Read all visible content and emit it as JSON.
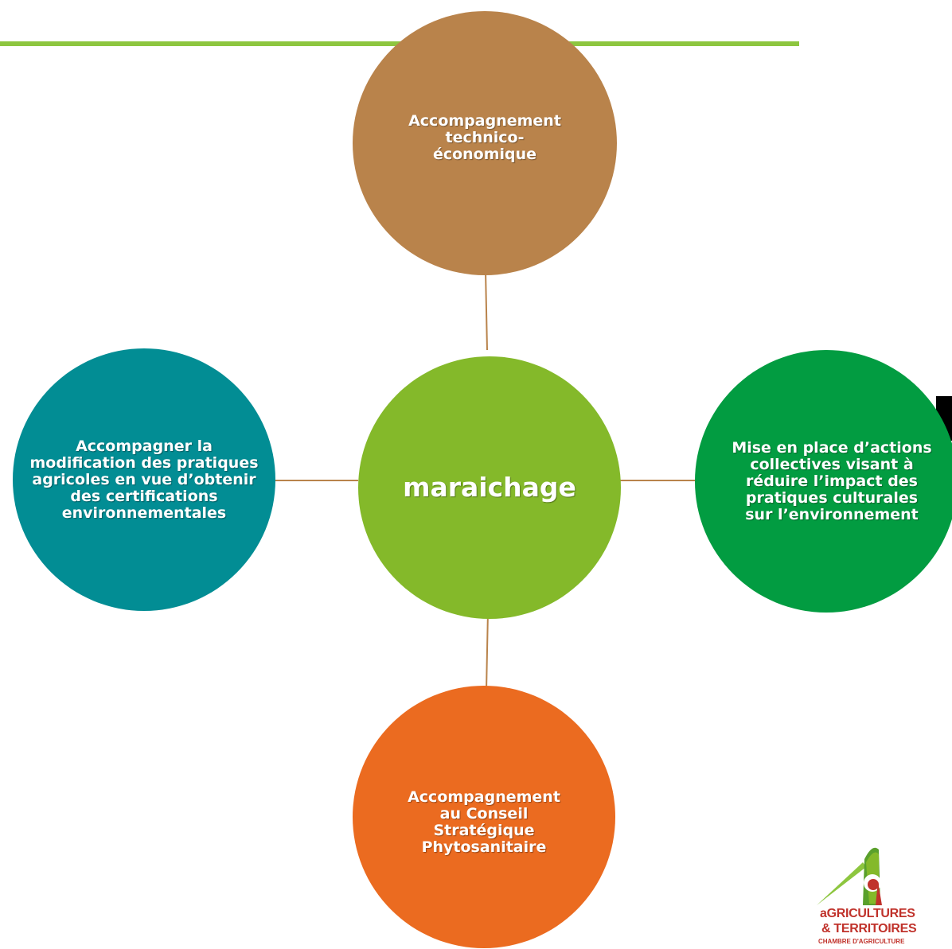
{
  "diagram": {
    "center": {
      "label": "maraichage"
    },
    "nodes": {
      "top": {
        "label": "Accompagnement technico-économique"
      },
      "right": {
        "label": "Mise en place d’actions collectives visant à réduire l’impact des pratiques culturales sur l’environnement"
      },
      "bottom": {
        "label": "Accompagnement au Conseil Stratégique Phytosanitaire"
      },
      "left": {
        "label": "Accompagner la modification des pratiques agricoles en vue d’obtenir des certifications environnementales"
      }
    }
  },
  "colors": {
    "top_bar": "#8dc63f",
    "connector": "#b9834b",
    "center": "#84b92a",
    "top": "#b9834b",
    "left": "#028d94",
    "right": "#029c41",
    "bottom": "#eb6b20"
  },
  "logo": {
    "line1": "aGRICULTURES",
    "line2": "& TERRITOIRES",
    "line3": "CHAMBRE D'AGRICULTURE",
    "icon": "agriculture-a-logo-icon"
  }
}
